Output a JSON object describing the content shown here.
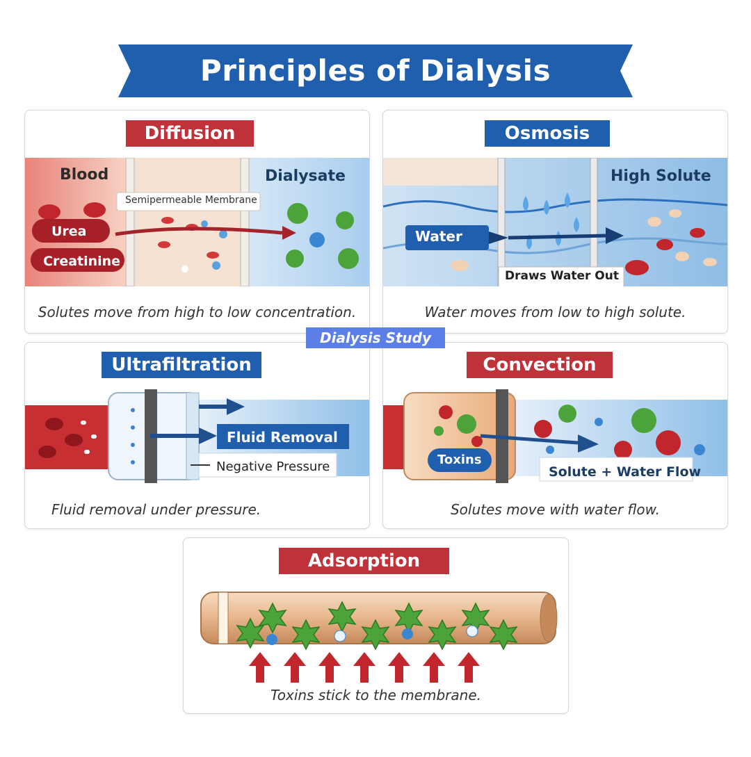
{
  "title": "Principles of Dialysis",
  "watermark": "Dialysis Study",
  "colors": {
    "red_tag": "#c0323a",
    "blue_tag": "#1f5fae",
    "banner": "#1f5fae"
  },
  "panels": {
    "diffusion": {
      "tag": "Diffusion",
      "blood_label": "Blood",
      "dialysate_label": "Dialysate",
      "membrane_label": "Semipermeable Membrane",
      "urea_label": "Urea",
      "creatinine_label": "Creatinine",
      "caption": "Solutes move from high to low concentration."
    },
    "osmosis": {
      "tag": "Osmosis",
      "high_solute_label": "High Solute",
      "water_label": "Water",
      "draws_label": "Draws Water Out",
      "caption": "Water moves from low to high solute."
    },
    "ultrafiltration": {
      "tag": "Ultrafiltration",
      "fluid_removal_label": "Fluid Removal",
      "negative_pressure_label": "Negative Pressure",
      "caption": "Fluid removal under pressure."
    },
    "convection": {
      "tag": "Convection",
      "toxins_label": "Toxins",
      "flow_label": "Solute + Water Flow",
      "caption": "Solutes move with water flow."
    },
    "adsorption": {
      "tag": "Adsorption",
      "caption": "Toxins stick to the membrane."
    }
  }
}
